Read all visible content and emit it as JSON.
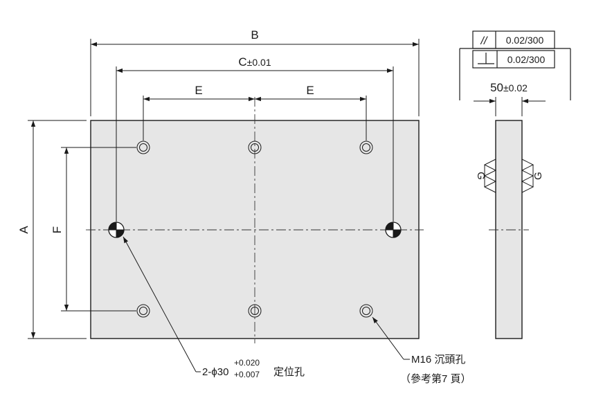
{
  "front_view": {
    "dim_b": "B",
    "dim_c": "C",
    "dim_c_tol": "±0.01",
    "dim_e": "E",
    "dim_a": "A",
    "dim_f": "F"
  },
  "callouts": {
    "dowel_prefix": "2-",
    "dowel_phi": "ϕ",
    "dowel_size": "30",
    "dowel_tol_upper": "+0.020",
    "dowel_tol_lower": "+0.007",
    "dowel_label": "定位孔",
    "counterbore_label": "M16 沉頭孔",
    "counterbore_ref": "（參考第7 頁）"
  },
  "side_view": {
    "thickness": "50",
    "thickness_tol": "±0.02",
    "parallel_symbol": "//",
    "parallel_value": "0.02/300",
    "perp_symbol": "⊥",
    "perp_value": "0.02/300",
    "grind_mark": "G"
  },
  "colors": {
    "plate_fill": "#e6e6e6",
    "line": "#1a1a1a"
  }
}
